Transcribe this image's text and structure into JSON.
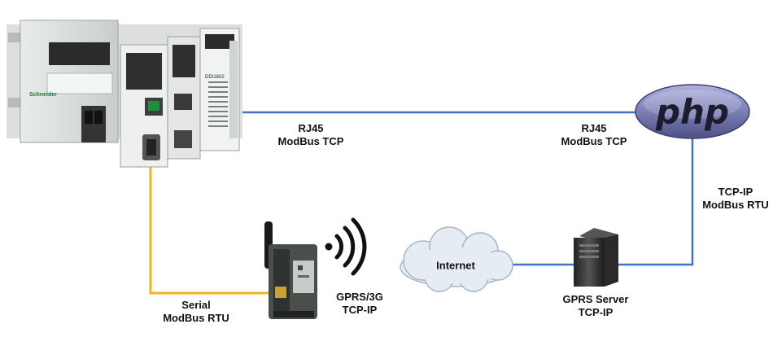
{
  "plc": {
    "brand": "Schneider",
    "module_code": "DDI1602"
  },
  "php_logo": {
    "text": "php",
    "color": "#7b7fb5"
  },
  "cloud": {
    "label": "Internet"
  },
  "labels": {
    "rj45_left": {
      "line1": "RJ45",
      "line2": "ModBus TCP"
    },
    "rj45_right": {
      "line1": "RJ45",
      "line2": "ModBus TCP"
    },
    "tcpip_modbus_rtu": {
      "line1": "TCP-IP",
      "line2": "ModBus RTU"
    },
    "serial_modbus_rtu": {
      "line1": "Serial",
      "line2": "ModBus RTU"
    },
    "gprs_3g": {
      "line1": "GPRS/3G",
      "line2": "TCP-IP"
    },
    "gprs_server": {
      "line1": "GPRS Server",
      "line2": "TCP-IP"
    }
  },
  "colors": {
    "ethernet_line": "#4472c4",
    "serial_line": "#f2b51c"
  }
}
